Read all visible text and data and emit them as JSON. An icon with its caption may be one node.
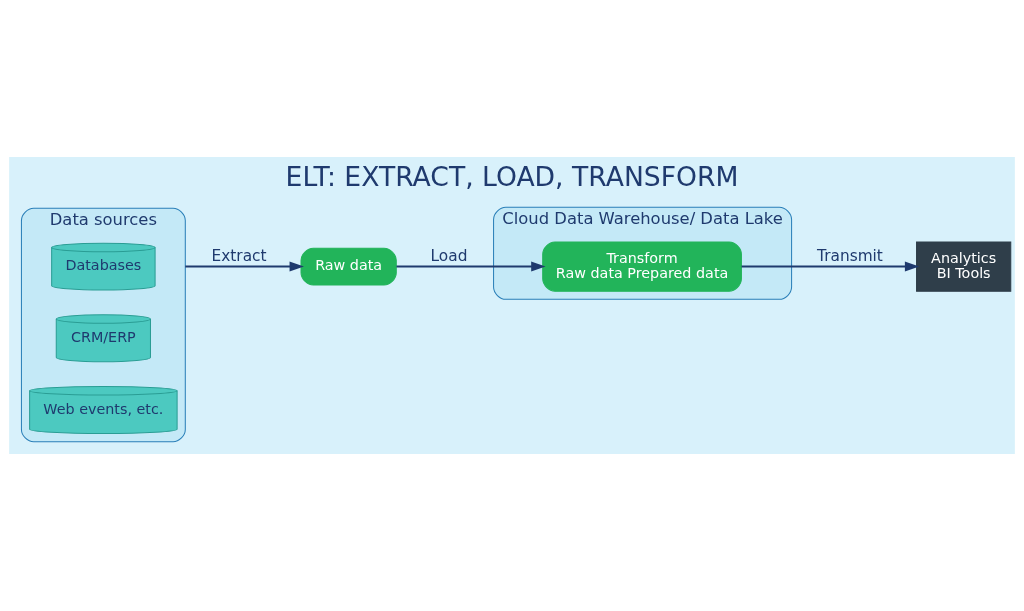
{
  "diagram": {
    "title": "ELT: EXTRACT, LOAD, TRANSFORM",
    "nodes": [
      {
        "text": [
          "Data sources"
        ]
      },
      {
        "text": [
          "Databases"
        ],
        "in": 0
      },
      {
        "text": [
          "CRM/ERP"
        ],
        "in": 0
      },
      {
        "text": [
          "Web events, etc."
        ],
        "in": 0
      },
      {
        "text": [
          "Raw data"
        ]
      },
      {
        "text": [
          "Cloud Data Warehouse/ Data Lake"
        ]
      },
      {
        "text": [
          "Transform",
          "Raw data Prepared data"
        ],
        "in": 5
      },
      {
        "text": [
          "Analytics",
          "BI Tools"
        ]
      }
    ],
    "edges": [
      {
        "from": 0,
        "to": 4,
        "label": "Extract",
        "arrow": "to"
      },
      {
        "from": 4,
        "to": 6,
        "label": "Load",
        "arrow": "to"
      },
      {
        "from": 6,
        "to": 7,
        "label": "Transmit",
        "arrow": "to"
      }
    ]
  }
}
